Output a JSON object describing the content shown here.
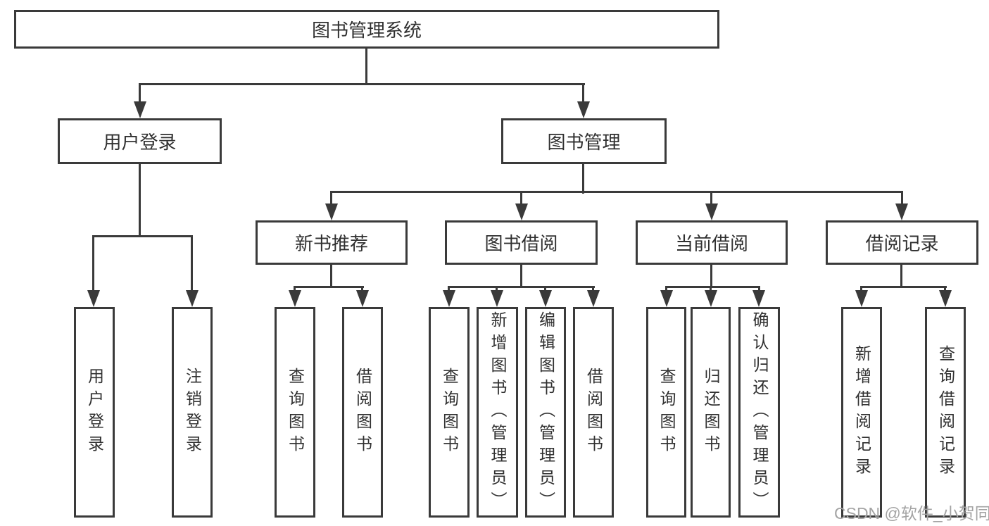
{
  "diagram": {
    "root": "图书管理系统",
    "level1": {
      "user_login": "用户登录",
      "book_mgmt": "图书管理"
    },
    "level2": {
      "new_books": "新书推荐",
      "borrow": "图书借阅",
      "current": "当前借阅",
      "records": "借阅记录"
    },
    "leaves": {
      "user_login": [
        "用户登录",
        "注销登录"
      ],
      "new_books": [
        "查询图书",
        "借阅图书"
      ],
      "borrow": [
        "查询图书",
        "新增图书（管理员）",
        "编辑图书（管理员）",
        "借阅图书"
      ],
      "current": [
        "查询图书",
        "归还图书",
        "确认归还（管理员）"
      ],
      "records": [
        "新增借阅记录",
        "查询借阅记录"
      ]
    }
  },
  "watermark": "CSDN @软件_小贺同学",
  "colors": {
    "line": "#3a3a3a",
    "text": "#303030",
    "background": "#ffffff",
    "watermark": "#a3a3a3"
  }
}
